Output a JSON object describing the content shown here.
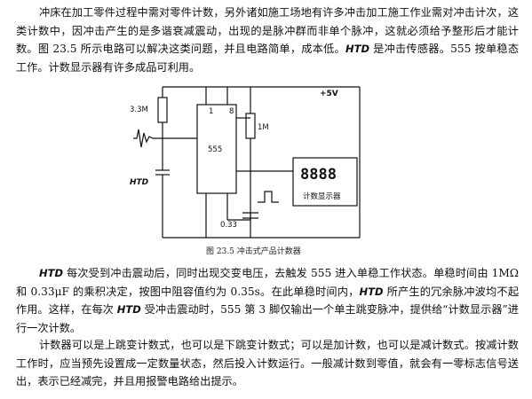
{
  "paragraphs": {
    "p1": {
      "s1": "冲床在加工零件过程中需对零件计数，另外诸如施工场地有许多冲击加工施工作业需对冲击计次，这类计数中，因冲击产生的是多谐衰减震动，出现的是脉冲群而非单个脉冲，这就必须给予整形后才能计数。图 23.5 所示电路可以解决这类问题，并且电路简单，成本低。",
      "htd": "HTD",
      "s2": " 是冲击传感器。555 按单稳态工作。计数显示器有许多成品可利用。"
    },
    "p2": {
      "htd1": "HTD",
      "s1": " 每次受到冲击震动后，同时出现交变电压，去触发 555 进入单稳工作状态。单稳时间由 1MΩ 和 0.33μF 的乘积决定，按图中阻容值约为 0.35s。在此单稳时间内，",
      "htd2": "HTD",
      "s2": " 所产生的冗余脉冲波均不起作用。这样，在每次 ",
      "htd3": "HTD",
      "s3": " 受冲击震动时，555 第 3 脚仅输出一个单主跳变脉冲，提供给“计数显示器”进行一次计数。"
    },
    "p3": "计数器可以是上跳变计数式，也可以是下跳变计数式；可以是加计数，也可以是减计数式。按减计数工作时，应当预先设置成一定数量状态，然后投入计数运行。一般减计数到零值，就会有一零标志信号送出，表示已经减完，并且用报警电路给出提示。"
  },
  "circuit": {
    "supply_label": "+5V",
    "r1_label": "3.3M",
    "r2_label": "1M",
    "c_label": "0.33",
    "ic_label": "555",
    "pin1_label": "1",
    "pin8_label": "8",
    "sensor_label": "HTD",
    "display_digits": "8888",
    "display_label": "计数显示器",
    "caption": "图 23.5   冲击式产品计数器"
  }
}
